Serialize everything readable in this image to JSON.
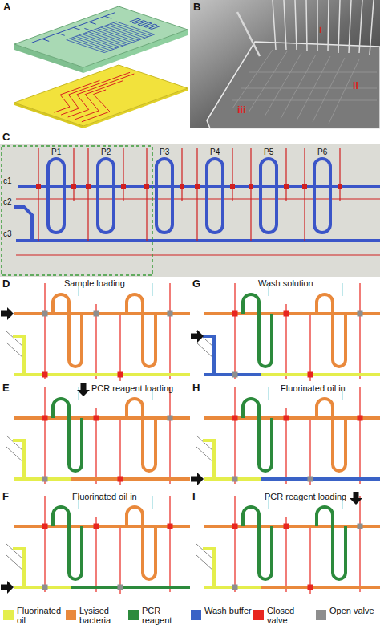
{
  "diagram": {
    "labels": [
      "A",
      "B",
      "C",
      "i",
      "ii",
      "iii",
      "P1",
      "P2",
      "P3",
      "P4",
      "P5",
      "P6",
      "c1",
      "c2",
      "c3",
      "D",
      "Sample loading",
      "G",
      "Wash solution",
      "E",
      "PCR reagent loading",
      "H",
      "Fluorinated oil in",
      "F",
      "Fluorinated oil in",
      "I",
      "PCR reagent loading"
    ],
    "legend": [
      {
        "text": "Fluorinated oil",
        "color": "#e4ee4c"
      },
      {
        "text": "Lysised bacteria",
        "color": "#e9893c"
      },
      {
        "text": "PCR reagent",
        "color": "#2c8a3c"
      },
      {
        "text": "Wash buffer",
        "color": "#3a62c6"
      },
      {
        "text": "Closed valve",
        "color": "#e8261f"
      },
      {
        "text": "Open valve",
        "color": "#8e8e8e"
      }
    ]
  }
}
